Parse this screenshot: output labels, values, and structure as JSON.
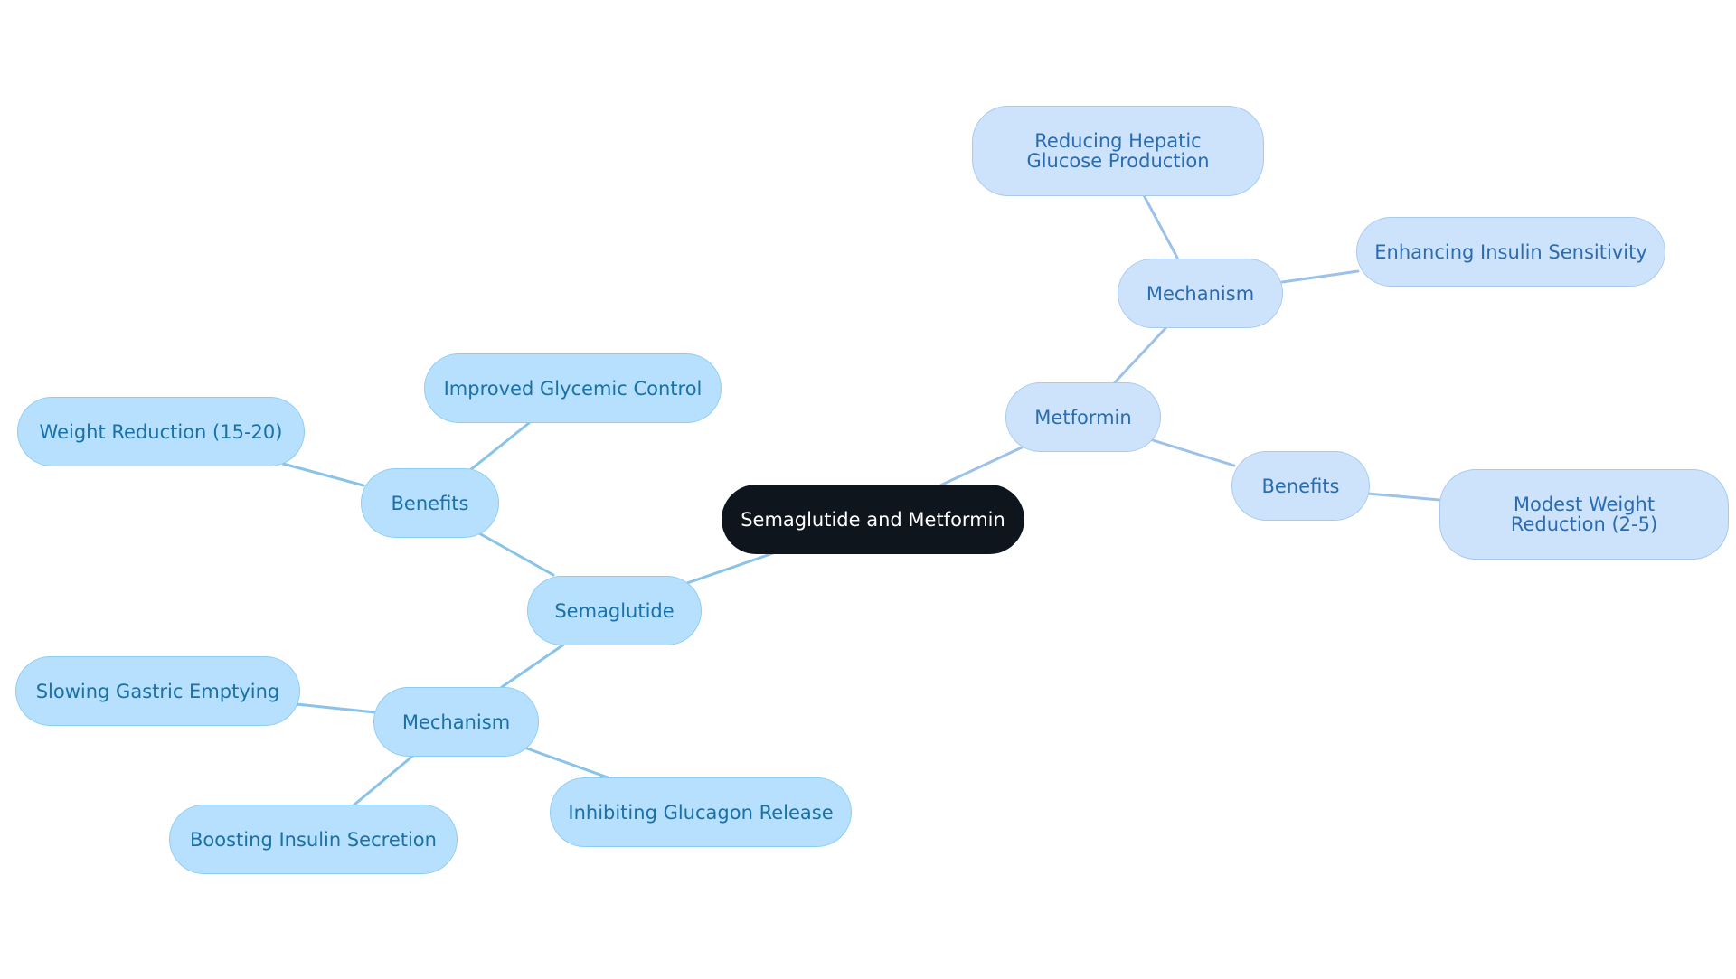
{
  "diagram": {
    "type": "mind-map",
    "root": {
      "label": "Semaglutide and Metformin"
    },
    "semaglutide": {
      "label": "Semaglutide",
      "benefits": {
        "label": "Benefits",
        "items": [
          "Improved Glycemic Control",
          "Weight Reduction (15-20)"
        ]
      },
      "mechanism": {
        "label": "Mechanism",
        "items": [
          "Slowing Gastric Emptying",
          "Inhibiting Glucagon Release",
          "Boosting Insulin Secretion"
        ]
      }
    },
    "metformin": {
      "label": "Metformin",
      "mechanism": {
        "label": "Mechanism",
        "items": [
          "Reducing Hepatic Glucose Production",
          "Enhancing Insulin Sensitivity"
        ]
      },
      "benefits": {
        "label": "Benefits",
        "items": [
          "Modest Weight Reduction (2-5)"
        ]
      }
    },
    "colors": {
      "root_fill": "#0e151c",
      "semaglutide_fill": "#b6e0fd",
      "metformin_fill": "#cde3fb",
      "edge": "#89c3e8"
    }
  }
}
